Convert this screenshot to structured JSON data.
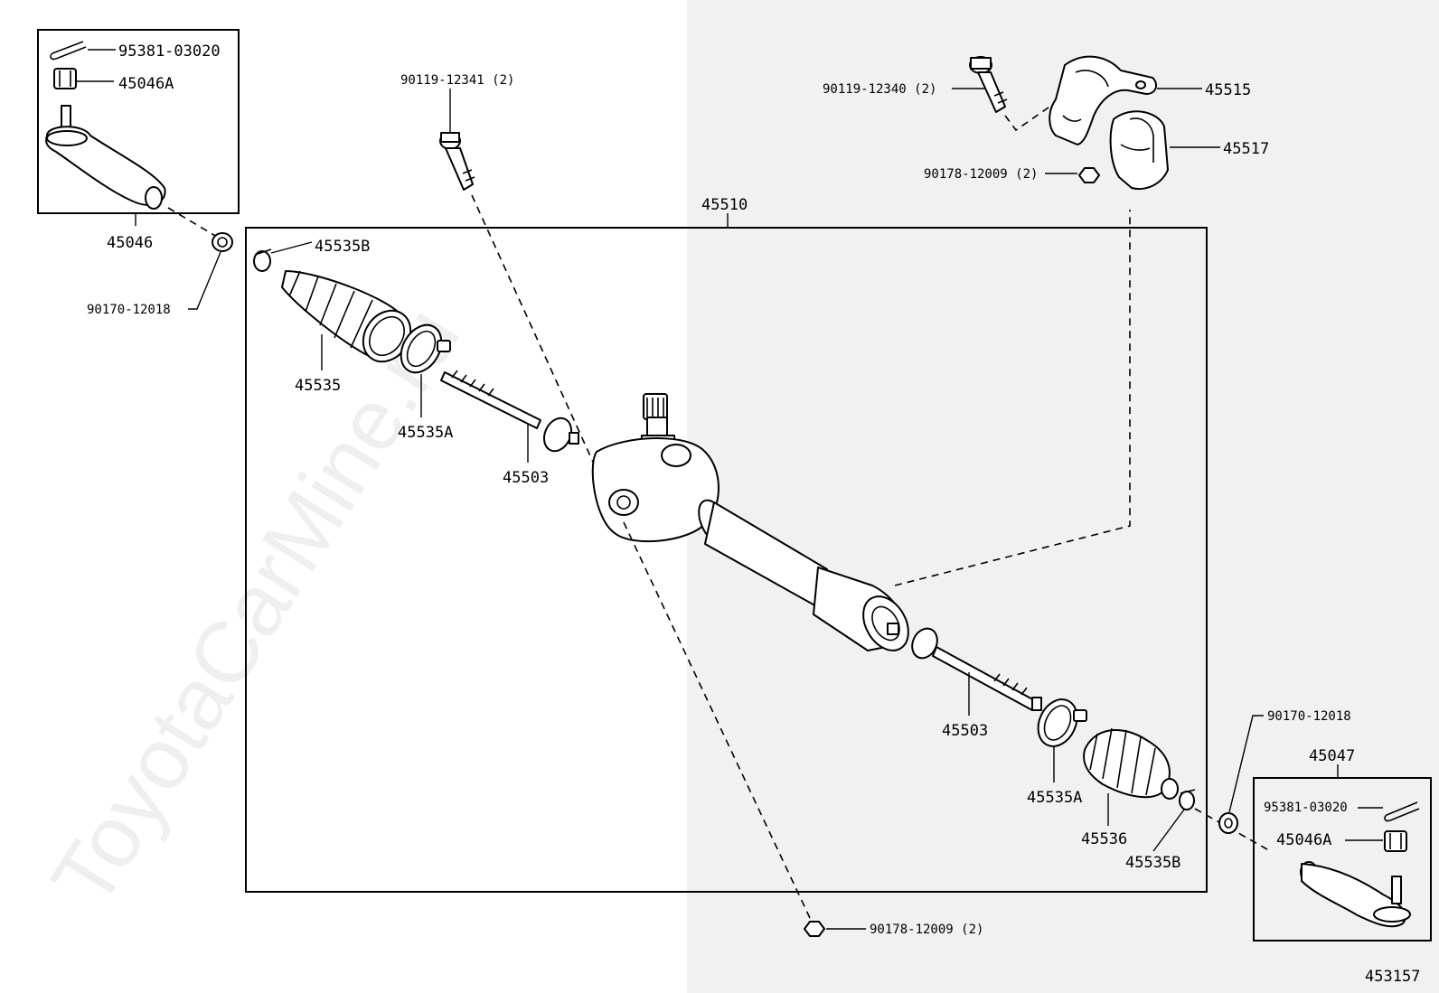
{
  "watermark": "ToyotaCarMine.ru",
  "diagram_id": "453157",
  "labels": {
    "l_95381_a": "95381-03020",
    "l_45046A_a": "45046A",
    "l_45046": "45046",
    "l_90170_a": "90170-12018",
    "l_45535B_a": "45535B",
    "l_45535": "45535",
    "l_45535A_a": "45535A",
    "l_45503_a": "45503",
    "l_90119_12341": "90119-12341 (2)",
    "l_45510": "45510",
    "l_90119_12340": "90119-12340 (2)",
    "l_45515": "45515",
    "l_45517": "45517",
    "l_90178_top": "90178-12009 (2)",
    "l_45503_b": "45503",
    "l_45535A_b": "45535A",
    "l_45536": "45536",
    "l_45535B_b": "45535B",
    "l_90170_b": "90170-12018",
    "l_45047": "45047",
    "l_95381_b": "95381-03020",
    "l_45046A_b": "45046A",
    "l_90178_bottom": "90178-12009 (2)"
  }
}
